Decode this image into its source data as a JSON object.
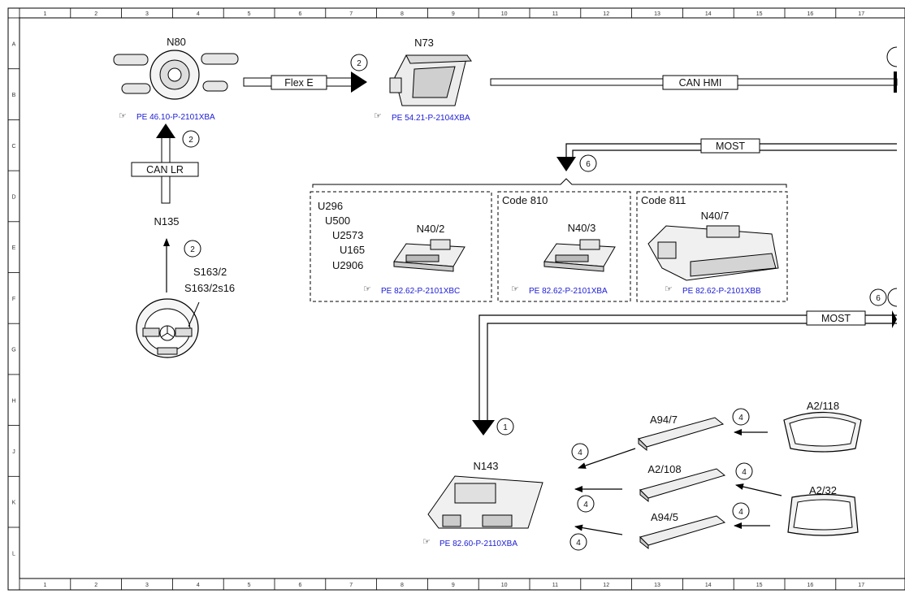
{
  "grid": {
    "columns": [
      "1",
      "2",
      "3",
      "4",
      "5",
      "6",
      "7",
      "8",
      "9",
      "10",
      "11",
      "12",
      "13",
      "14",
      "15",
      "16",
      "17"
    ],
    "rows": [
      "A",
      "B",
      "C",
      "D",
      "E",
      "F",
      "G",
      "H",
      "J",
      "K",
      "L"
    ]
  },
  "components": {
    "n80": "N80",
    "n73": "N73",
    "n135": "N135",
    "s163_2": "S163/2",
    "s163_2s16": "S163/2s16",
    "n40_2": "N40/2",
    "n40_3": "N40/3",
    "n40_7": "N40/7",
    "n143": "N143",
    "a94_7": "A94/7",
    "a2_108": "A2/108",
    "a94_5": "A94/5",
    "a2_118": "A2/118",
    "a2_32": "A2/32"
  },
  "buses": {
    "flex_e": "Flex E",
    "can_hmi": "CAN HMI",
    "can_lr": "CAN LR",
    "most_top": "MOST",
    "most_mid": "MOST"
  },
  "codes": {
    "group1": [
      "U296",
      "U500",
      "U2573",
      "U165",
      "U2906"
    ],
    "code810": "Code 810",
    "code811": "Code 811"
  },
  "refs": {
    "n80": "PE 46.10-P-2101XBA",
    "n73": "PE 54.21-P-2104XBA",
    "n40_2": "PE 82.62-P-2101XBC",
    "n40_3": "PE 82.62-P-2101XBA",
    "n40_7": "PE 82.62-P-2101XBB",
    "n143": "PE 82.60-P-2110XBA"
  },
  "callouts": {
    "flex_e": "2",
    "can_lr": "2",
    "n135_link": "2",
    "most_top": "6",
    "most_mid": "6",
    "n143_in": "1",
    "a94_7_in": "4",
    "a2_108_in": "4",
    "a94_5_in": "4",
    "to_n143_a": "4",
    "to_n143_b": "4",
    "to_n143_c": "4"
  }
}
